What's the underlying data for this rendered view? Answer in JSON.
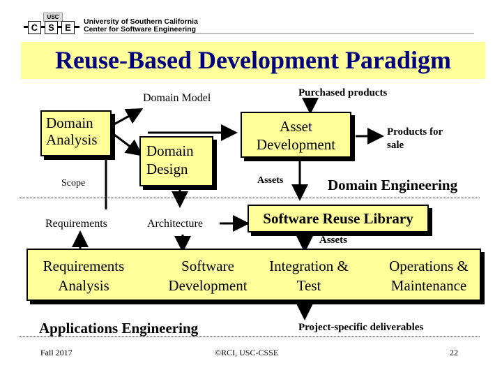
{
  "header": {
    "logo_letters": [
      "C",
      "S",
      "E"
    ],
    "university_line1": "University of Southern California",
    "university_line2": "Center for Software Engineering"
  },
  "title": "Reuse-Based Development Paradigm",
  "domain": {
    "domain_model_label": "Domain Model",
    "purchased_products_label": "Purchased products",
    "domain_analysis": "Domain Analysis",
    "domain_design": "Domain Design",
    "asset_development": "Asset Development",
    "products_for_sale": "Products for sale",
    "scope_label": "Scope",
    "assets_label": "Assets",
    "domain_engineering_label": "Domain Engineering",
    "requirements_label": "Requirements",
    "architecture_label": "Architecture",
    "reuse_library": "Software Reuse Library",
    "library_assets_label": "Assets"
  },
  "applications": {
    "requirements_analysis": "Requirements Analysis",
    "software_development": "Software Development",
    "integration_test": "Integration & Test",
    "operations_maintenance": "Operations & Maintenance",
    "applications_engineering_label": "Applications Engineering",
    "deliverables_label": "Project-specific deliverables"
  },
  "footer": {
    "date": "Fall 2017",
    "copyright": "©RCI, USC-CSSE",
    "page_number": "22"
  }
}
